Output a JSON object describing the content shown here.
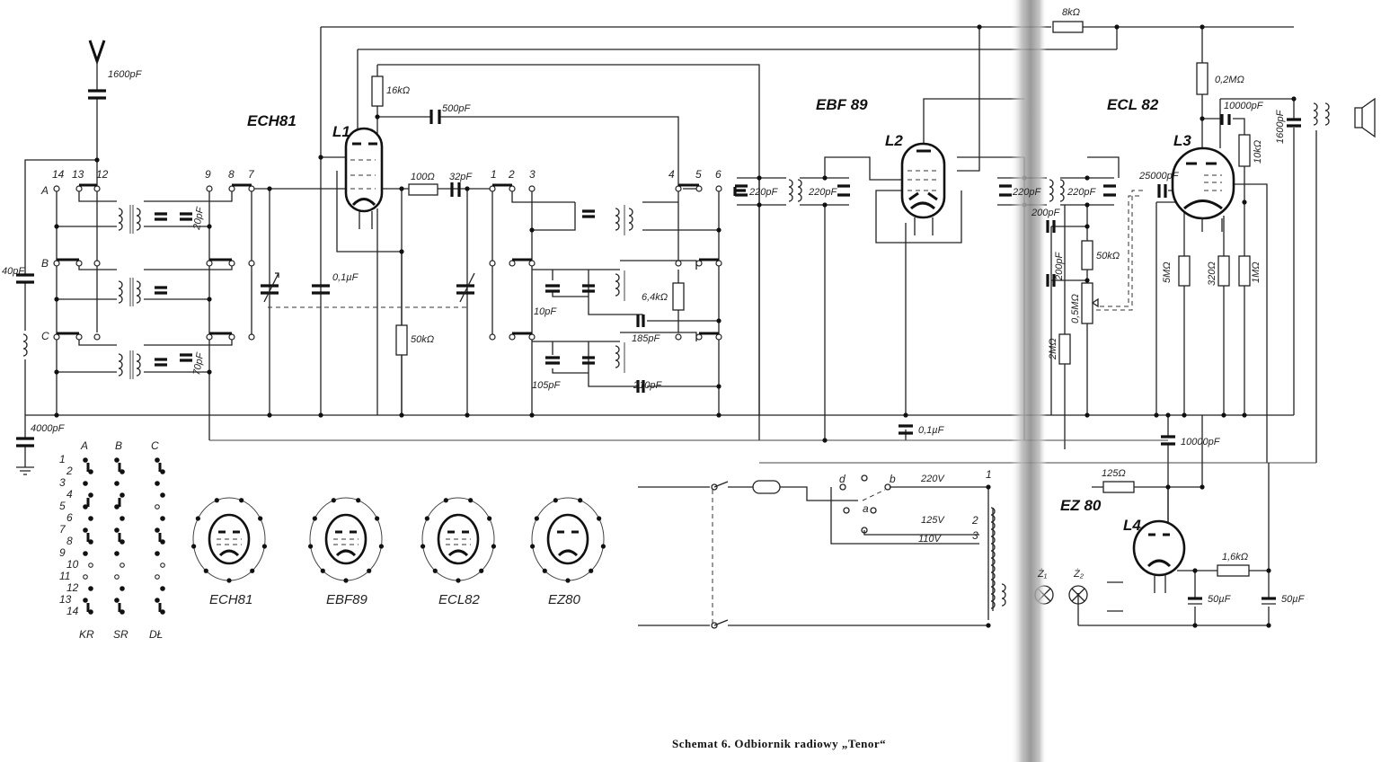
{
  "caption": "Schemat 6. Odbiornik radiowy „Tenor“",
  "antenna": "V",
  "tubes": {
    "l1": {
      "ref": "L1",
      "type": "ECH81"
    },
    "l2": {
      "ref": "L2",
      "type": "EBF 89"
    },
    "l3": {
      "ref": "L3",
      "type": "ECL 82"
    },
    "l4": {
      "ref": "L4",
      "type": "EZ 80"
    }
  },
  "components": {
    "c_ant": "1600pF",
    "c_40": "40pF",
    "c_4000": "4000pF",
    "c_20": "20pF",
    "c_70": "70pF",
    "r_16k": "16kΩ",
    "c_500": "500pF",
    "r_100": "100Ω",
    "c_32": "32pF",
    "c_01a": "0,1µF",
    "r_50k_l1": "50kΩ",
    "c_10": "10pF",
    "c_105": "105pF",
    "r_64k": "6,4kΩ",
    "c_185": "185pF",
    "c_210": "210pF",
    "c_220a": "220pF",
    "c_220b": "220pF",
    "c_220c": "220pF",
    "c_220d": "220pF",
    "c_200a": "200pF",
    "c_200b": "200pF",
    "r_8k": "8kΩ",
    "c_01b": "0,1µF",
    "r_50k_det": "50kΩ",
    "pot_05": "0,5MΩ",
    "r_2m": "2MΩ",
    "r_02m": "0,2MΩ",
    "c_10000a": "10000pF",
    "c_1600": "1600pF",
    "r_10k": "10kΩ",
    "c_25000": "25000pF",
    "r_5m": "5MΩ",
    "r_320": "320Ω",
    "r_1m": "1MΩ",
    "c_10000b": "10000pF",
    "r_125": "125Ω",
    "r_16k_psu": "1,6kΩ",
    "c_50a": "50µF",
    "c_50b": "50µF"
  },
  "pins": {
    "band_left": [
      "14",
      "13",
      "12"
    ],
    "band_mid": [
      "9",
      "8",
      "7"
    ],
    "if_left": [
      "1",
      "2",
      "3"
    ],
    "if_right": [
      "4",
      "5",
      "6"
    ],
    "bands": [
      "A",
      "B",
      "C"
    ]
  },
  "mains": {
    "taps": [
      "d",
      "b",
      "a"
    ],
    "v220": "220V",
    "v125": "125V",
    "v110": "110V",
    "tap_nums": [
      "1",
      "2",
      "3"
    ],
    "lamps": [
      "Ż₁",
      "Ż₂"
    ]
  },
  "switch_table": {
    "columns": [
      "A",
      "B",
      "C"
    ],
    "rows": [
      "1",
      "2",
      "3",
      "4",
      "5",
      "6",
      "7",
      "8",
      "9",
      "10",
      "11",
      "12",
      "13",
      "14"
    ],
    "footer": [
      "KR",
      "SR",
      "DŁ"
    ]
  },
  "tube_bases": [
    "ECH81",
    "EBF89",
    "ECL82",
    "EZ80"
  ]
}
